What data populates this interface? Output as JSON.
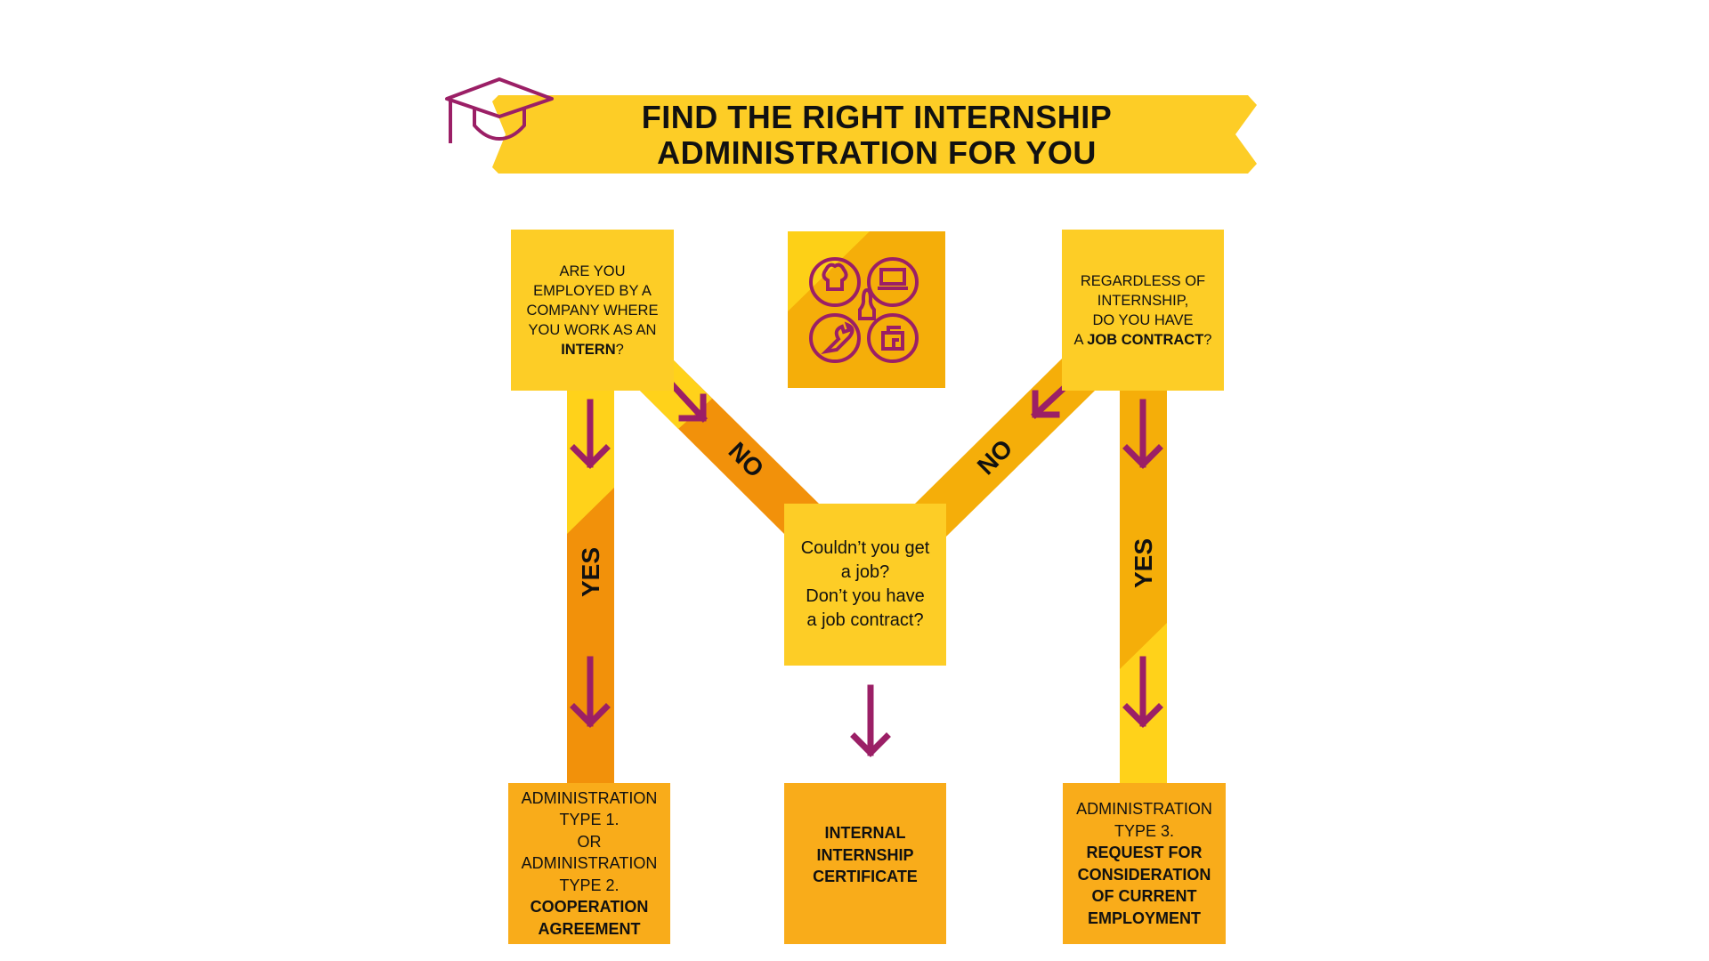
{
  "title": {
    "line1": "FIND THE RIGHT INTERNSHIP",
    "line2": "ADMINISTRATION FOR YOU"
  },
  "icons": {
    "header": "graduation-cap-icon",
    "center": "professions-icon"
  },
  "left_question": {
    "l1": "ARE YOU",
    "l2": "EMPLOYED BY A",
    "l3": "COMPANY WHERE",
    "l4": "YOU WORK AS AN",
    "bold": "INTERN",
    "suffix": "?"
  },
  "right_question": {
    "l1": "REGARDLESS OF",
    "l2": "INTERNSHIP,",
    "l3": "DO YOU HAVE",
    "prefix": "A ",
    "bold": "JOB CONTRACT",
    "suffix": "?"
  },
  "center_question": {
    "l1": "Couldn’t you get",
    "l2": "a job?",
    "l3": "Don’t you have",
    "l4": "a job contract?"
  },
  "labels": {
    "yes_left": "YES",
    "yes_right": "YES",
    "no_left": "NO",
    "no_right": "NO"
  },
  "results": {
    "left": {
      "l1": "ADMINISTRATION",
      "l2": "TYPE 1.",
      "l3": "OR",
      "l4": "ADMINISTRATION",
      "l5": "TYPE 2.",
      "b1": "COOPERATION",
      "b2": "AGREEMENT"
    },
    "center": {
      "b1": "INTERNAL",
      "b2": "INTERNSHIP",
      "b3": "CERTIFICATE"
    },
    "right": {
      "l1": "ADMINISTRATION",
      "l2": "TYPE 3.",
      "b1": "REQUEST FOR",
      "b2": "CONSIDERATION",
      "b3": "OF CURRENT",
      "b4": "EMPLOYMENT"
    }
  },
  "colors": {
    "yellow": "#FDCD26",
    "bright_yellow": "#FFD21A",
    "orange": "#F5AE09",
    "dark_orange": "#F2910A",
    "result_orange": "#F9AC1A",
    "purple": "#9B1F66"
  }
}
